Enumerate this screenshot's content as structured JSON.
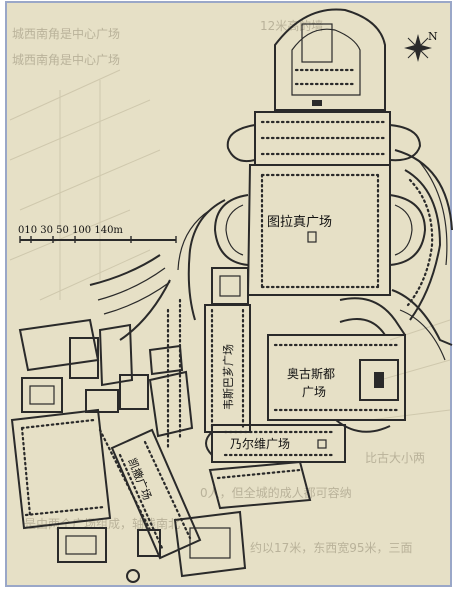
{
  "scale_bar": {
    "label": "010 30 50    100   140m",
    "units": "m"
  },
  "forums": {
    "trajan": "图拉真广场",
    "augustus_line1": "奥古斯都",
    "augustus_line2": "广场",
    "nerva": "乃尔维广场",
    "caesar": "凯撒广场",
    "vespasian": "韦斯巴芗广场"
  },
  "background_text": [
    "城西南角是中心广场",
    "城西南角是中心广场",
    "12米高的墙",
    "比古大小两",
    "0人，但全城的成人都可容纳",
    "是由两个广场组成，轴线南北",
    "约以17米，东西宽95米，三面"
  ],
  "north_arrow": {
    "symbol": "N",
    "icon": "compass-rose-icon"
  },
  "colors": {
    "paper": "#e6e0c6",
    "ink": "#2a2a2a",
    "faded_text": "#b9b29a"
  }
}
